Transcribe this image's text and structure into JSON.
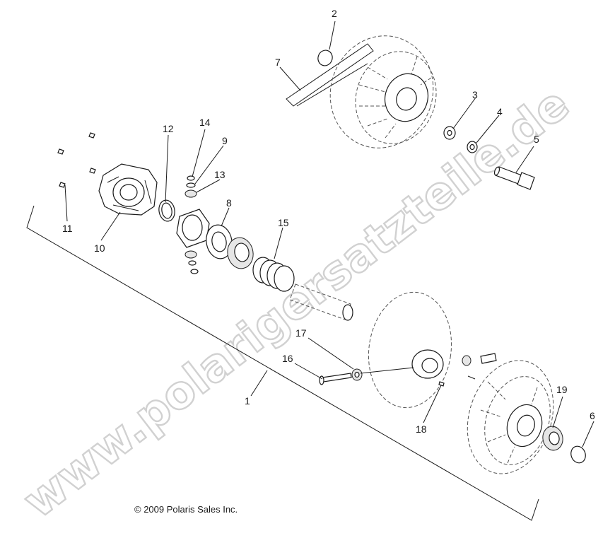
{
  "callouts": [
    "2",
    "7",
    "3",
    "4",
    "5",
    "12",
    "14",
    "9",
    "13",
    "8",
    "15",
    "11",
    "10",
    "17",
    "16",
    "1",
    "18",
    "19",
    "6"
  ],
  "copyright": "© 2009 Polaris Sales Inc.",
  "watermark": "www.polarigersatzteile.de"
}
